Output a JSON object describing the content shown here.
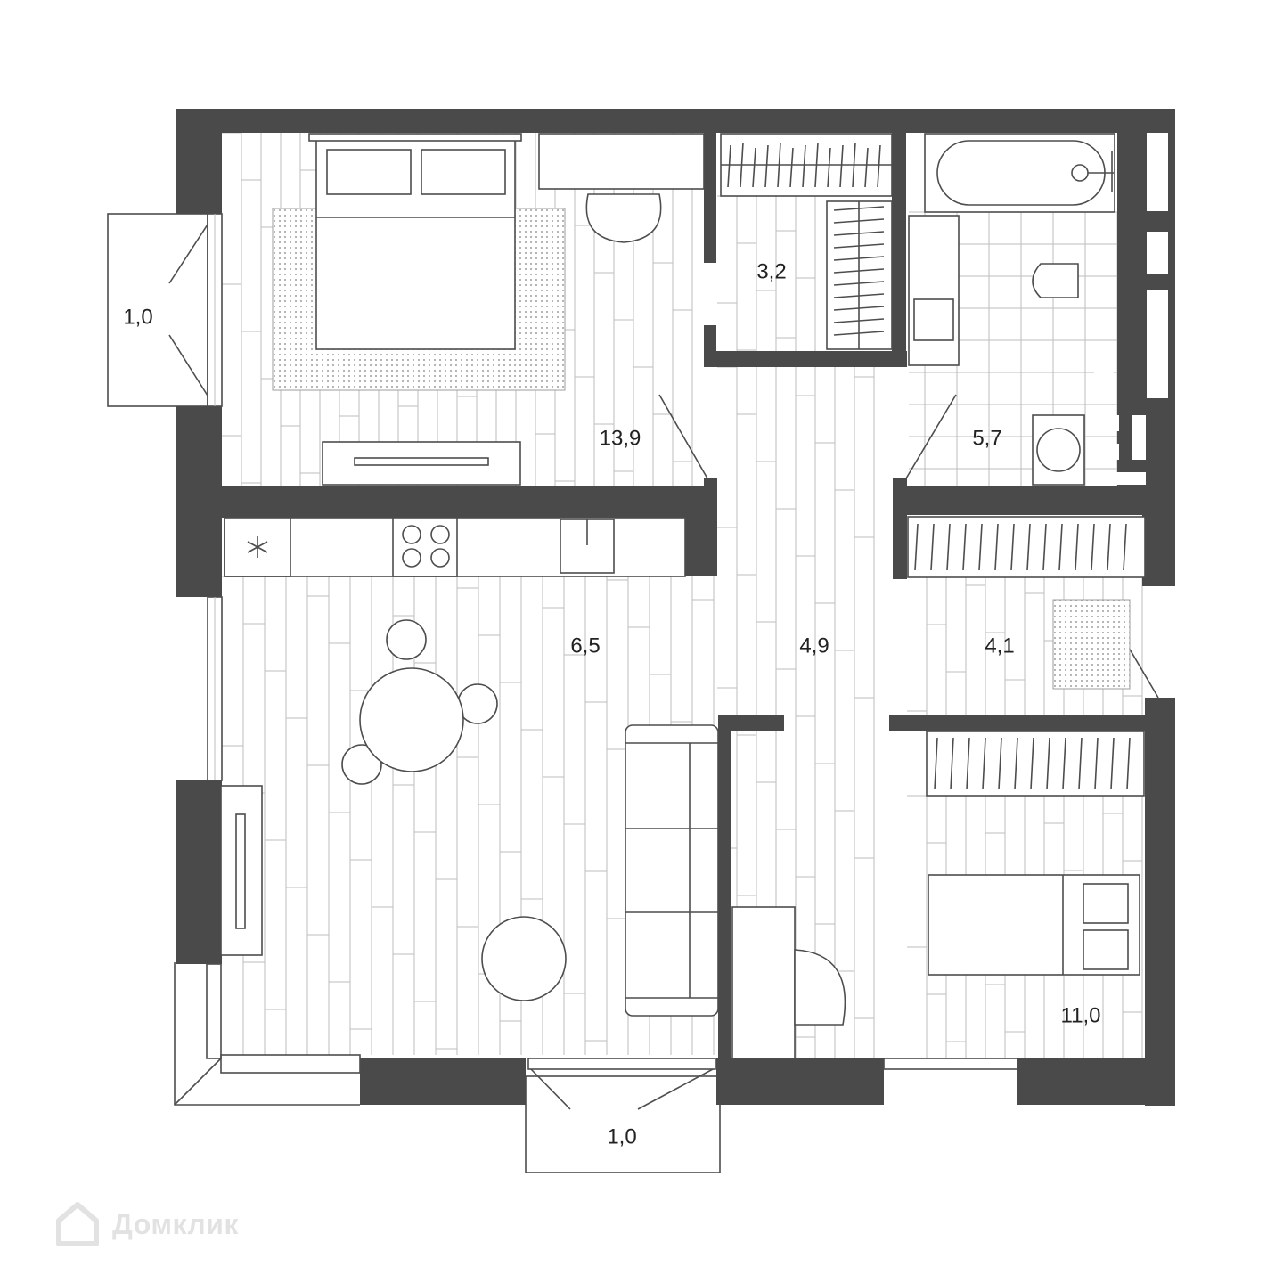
{
  "floor_plan": {
    "rooms": [
      {
        "id": "bedroom",
        "area": "13,9"
      },
      {
        "id": "storage",
        "area": "3,2"
      },
      {
        "id": "bathroom",
        "area": "5,7"
      },
      {
        "id": "kitchen-living",
        "area": "6,5"
      },
      {
        "id": "hallway",
        "area": "4,9"
      },
      {
        "id": "entrance",
        "area": "4,1"
      },
      {
        "id": "children-room",
        "area": "11,0"
      },
      {
        "id": "balcony-west",
        "area": "1,0"
      },
      {
        "id": "balcony-south",
        "area": "1,0"
      }
    ]
  },
  "watermark": {
    "text": "Домклик",
    "icon": "house-icon"
  },
  "colors": {
    "wall": "#4a4a4a",
    "line": "#4d4d4d",
    "floor_board": "#bdbdbd",
    "label": "#222222"
  }
}
